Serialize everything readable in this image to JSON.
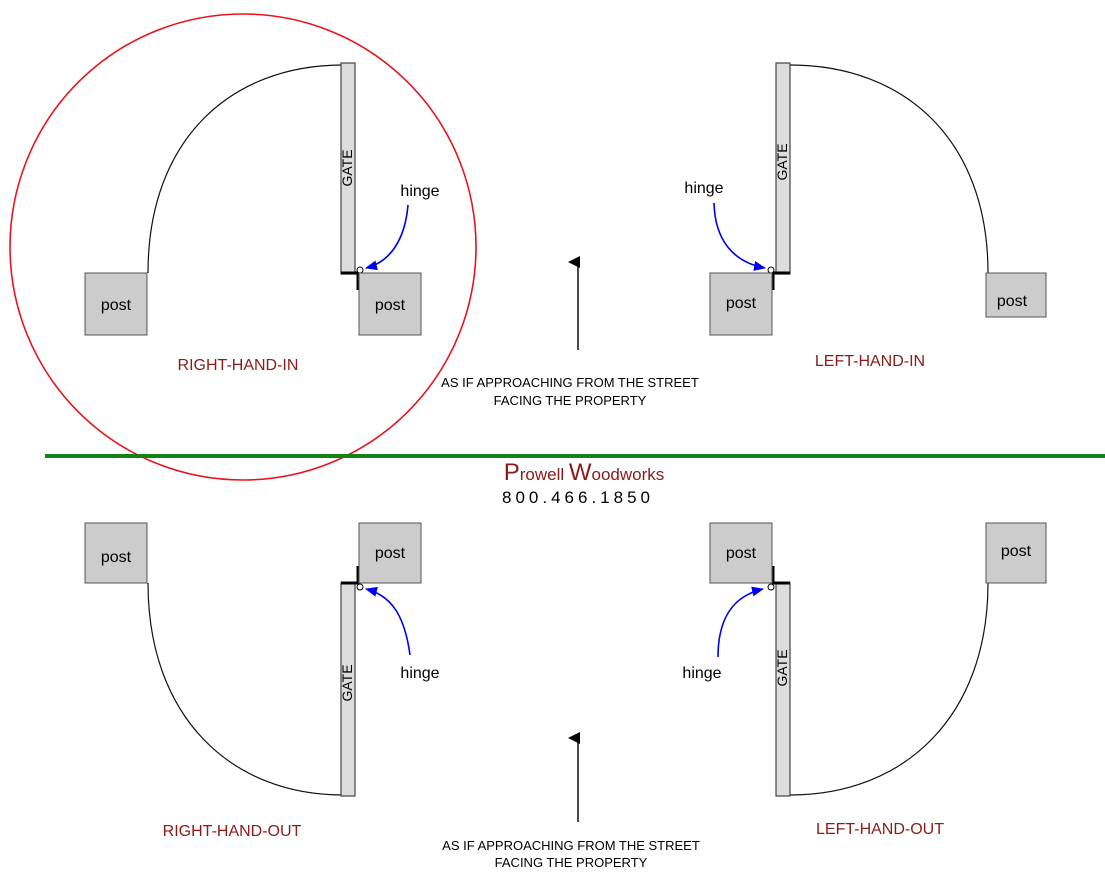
{
  "labels": {
    "post": "post",
    "gate": "GATE",
    "hinge": "hinge",
    "approach_line1": "AS IF APPROACHING FROM THE STREET",
    "approach_line2": "FACING THE PROPERTY"
  },
  "configurations": {
    "rhi": "RIGHT-HAND-IN",
    "lhi": "LEFT-HAND-IN",
    "rho": "RIGHT-HAND-OUT",
    "lho": "LEFT-HAND-OUT"
  },
  "company": {
    "name_initial_1": "P",
    "name_rest_1": "rowell",
    "name_initial_2": "W",
    "name_rest_2": "oodworks",
    "phone": "800.466.1850"
  },
  "colors": {
    "divider": "#138413",
    "highlight_circle": "#e8141c",
    "label_text": "#8b1a1a",
    "hinge_arrow": "#0000ee"
  },
  "highlighted_configuration": "RIGHT-HAND-IN"
}
